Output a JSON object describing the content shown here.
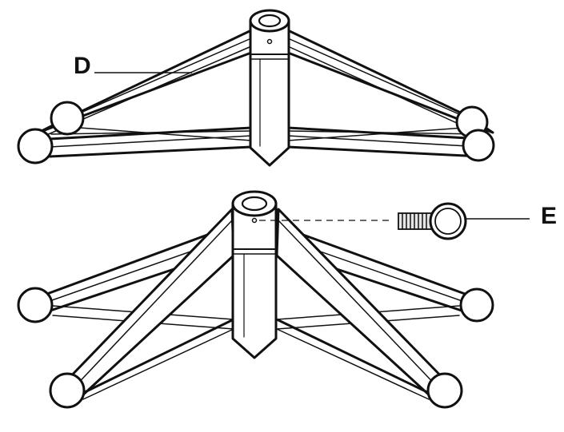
{
  "callouts": {
    "d_label": "D",
    "e_label": "E"
  },
  "parts": {
    "upper": "tree-stand-base-folded",
    "lower": "tree-stand-base-unfolded",
    "screw": "eye-bolt-screw"
  },
  "colors": {
    "stroke": "#111111",
    "fill": "#ffffff",
    "shade": "#e6e6e6"
  }
}
